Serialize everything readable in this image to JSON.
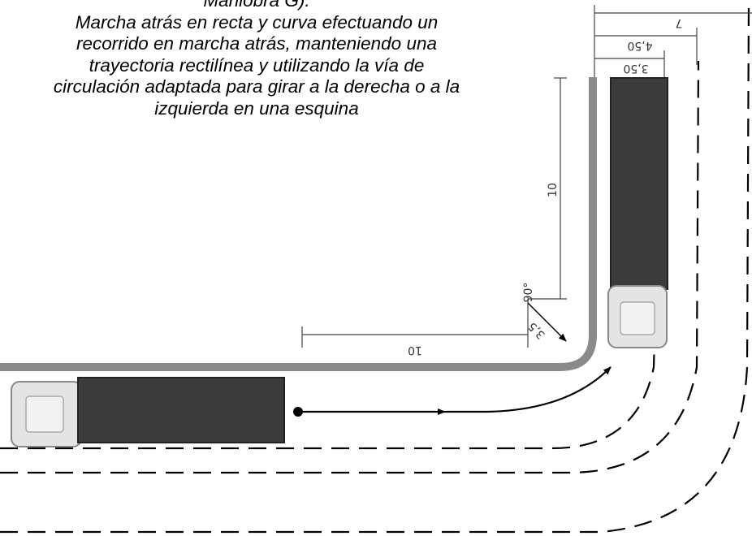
{
  "caption": {
    "line1": "Maniobra G).",
    "line2": "Marcha atrás en recta y curva efectuando un",
    "line3": "recorrido en marcha atrás, manteniendo una",
    "line4": "trayectoria rectilínea y utilizando la vía de",
    "line5": "circulación adaptada para girar a la derecha o a la",
    "line6": "izquierda en una esquina"
  },
  "dimensions": {
    "top_width": "7",
    "mid_width": "4,50",
    "inner_width": "3,50",
    "vertical_length": "10",
    "horizontal_length": "10",
    "corner_radius": "3,5",
    "angle": "90°"
  },
  "colors": {
    "curb": "#8a8a8a",
    "trailer": "#3b3b3b",
    "cab": "#e4e4e4",
    "lines": "#000000"
  }
}
